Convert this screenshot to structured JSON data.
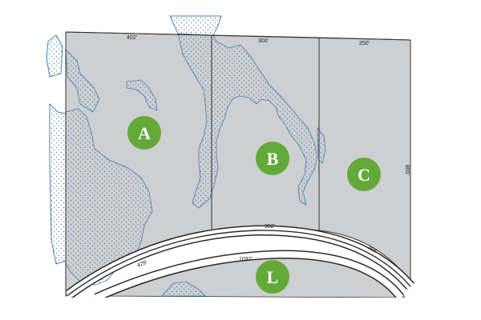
{
  "colors": {
    "parcel_fill": "#cdcfd1",
    "parcel_line": "#333333",
    "wetland_line": "#3f7fb4",
    "wetland_dot": "#5c86b3",
    "lot_badge": "#62a93a",
    "road_outline": "#2b2b2b",
    "road_fill": "#ffffff"
  },
  "lots": [
    {
      "id": "lot-a",
      "label": "A"
    },
    {
      "id": "lot-b",
      "label": "B"
    },
    {
      "id": "lot-c",
      "label": "C"
    },
    {
      "id": "lot-l",
      "label": "L"
    }
  ],
  "dimensions": {
    "top_a": "402'",
    "top_b": "300'",
    "top_c": "250'",
    "right_c": "865'",
    "road_bc": "302'",
    "road_c_curve": "258'",
    "road_a": "429'",
    "road_l": "1037'"
  }
}
